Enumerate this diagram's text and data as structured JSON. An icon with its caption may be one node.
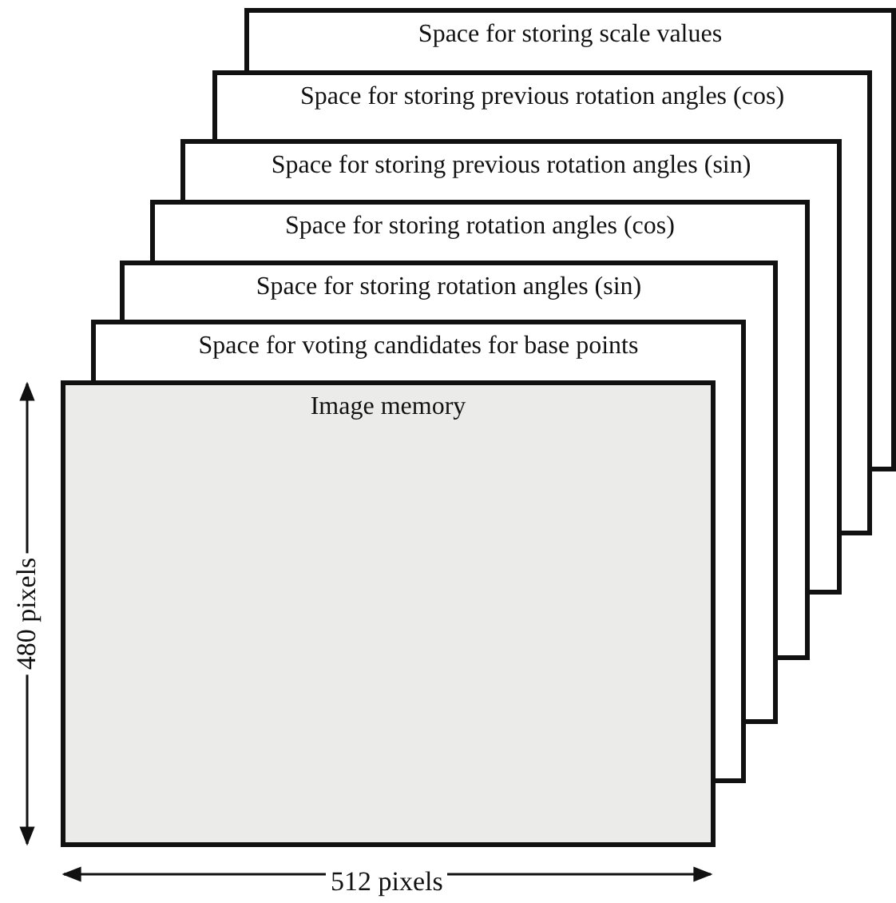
{
  "diagram": {
    "nodes": [
      {
        "text": [
          "Space for storing scale values"
        ]
      },
      {
        "text": [
          "Space for storing previous rotation angles (cos)"
        ]
      },
      {
        "text": [
          "Space for storing previous rotation angles (sin)"
        ]
      },
      {
        "text": [
          "Space for storing rotation angles (cos)"
        ]
      },
      {
        "text": [
          "Space for storing rotation angles (sin)"
        ]
      },
      {
        "text": [
          "Space for voting candidates for base points"
        ]
      },
      {
        "text": [
          "Image memory"
        ]
      }
    ],
    "labels": [
      "480 pixels",
      "512 pixels"
    ]
  }
}
